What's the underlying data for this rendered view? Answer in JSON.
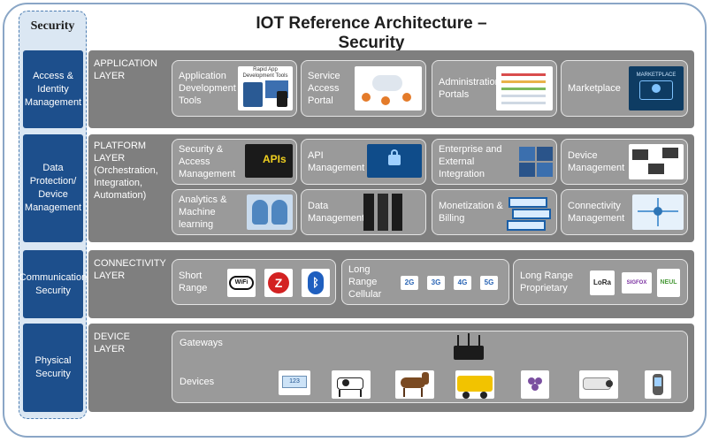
{
  "title": "IOT Reference Architecture – Security",
  "security": {
    "heading": "Security",
    "items": [
      "Access & Identity Management",
      "Data Protection/ Device Management",
      "Communication Security",
      "Physical Security"
    ]
  },
  "layers": {
    "application": {
      "label": "APPLICATION LAYER",
      "cards": [
        {
          "label": "Application Development Tools",
          "image_caption": "Rapid App Development Tools"
        },
        {
          "label": "Service Access Portal"
        },
        {
          "label": "Administration Portals"
        },
        {
          "label": "Marketplace",
          "image_caption": "MARKETPLACE"
        }
      ]
    },
    "platform": {
      "label": "PLATFORM LAYER (Orchestration, Integration, Automation)",
      "cards": [
        {
          "label": "Security & Access Management",
          "image_caption": "APIs"
        },
        {
          "label": "API Management"
        },
        {
          "label": "Enterprise and External Integration"
        },
        {
          "label": "Device Management"
        },
        {
          "label": "Analytics & Machine learning"
        },
        {
          "label": "Data Management"
        },
        {
          "label": "Monetization & Billing"
        },
        {
          "label": "Connectivity Management"
        }
      ]
    },
    "connectivity": {
      "label": "CONNECTIVITY LAYER",
      "cards": [
        {
          "label": "Short Range",
          "logos": [
            "WiFi",
            "Zigbee",
            "Bluetooth"
          ]
        },
        {
          "label": "Long Range Cellular",
          "logos": [
            "2G",
            "3G",
            "4G",
            "5G"
          ]
        },
        {
          "label": "Long Range Proprietary",
          "logos": [
            "LoRa",
            "SIGFOX",
            "NEUL"
          ]
        }
      ]
    },
    "device": {
      "label": "DEVICE LAYER",
      "gateways_label": "Gateways",
      "devices_label": "Devices",
      "device_icons": [
        "meter-icon",
        "cow-icon",
        "horse-icon",
        "school-bus-icon",
        "grapes-icon",
        "camera-icon",
        "wearable-icon"
      ],
      "gateway_icons": [
        "router-icon"
      ]
    }
  },
  "colors": {
    "security_box": "#1d4f8c",
    "layer_bg": "#7f7f7f",
    "card_bg": "#9a9a9a",
    "frame_border": "#8aa6c6"
  }
}
